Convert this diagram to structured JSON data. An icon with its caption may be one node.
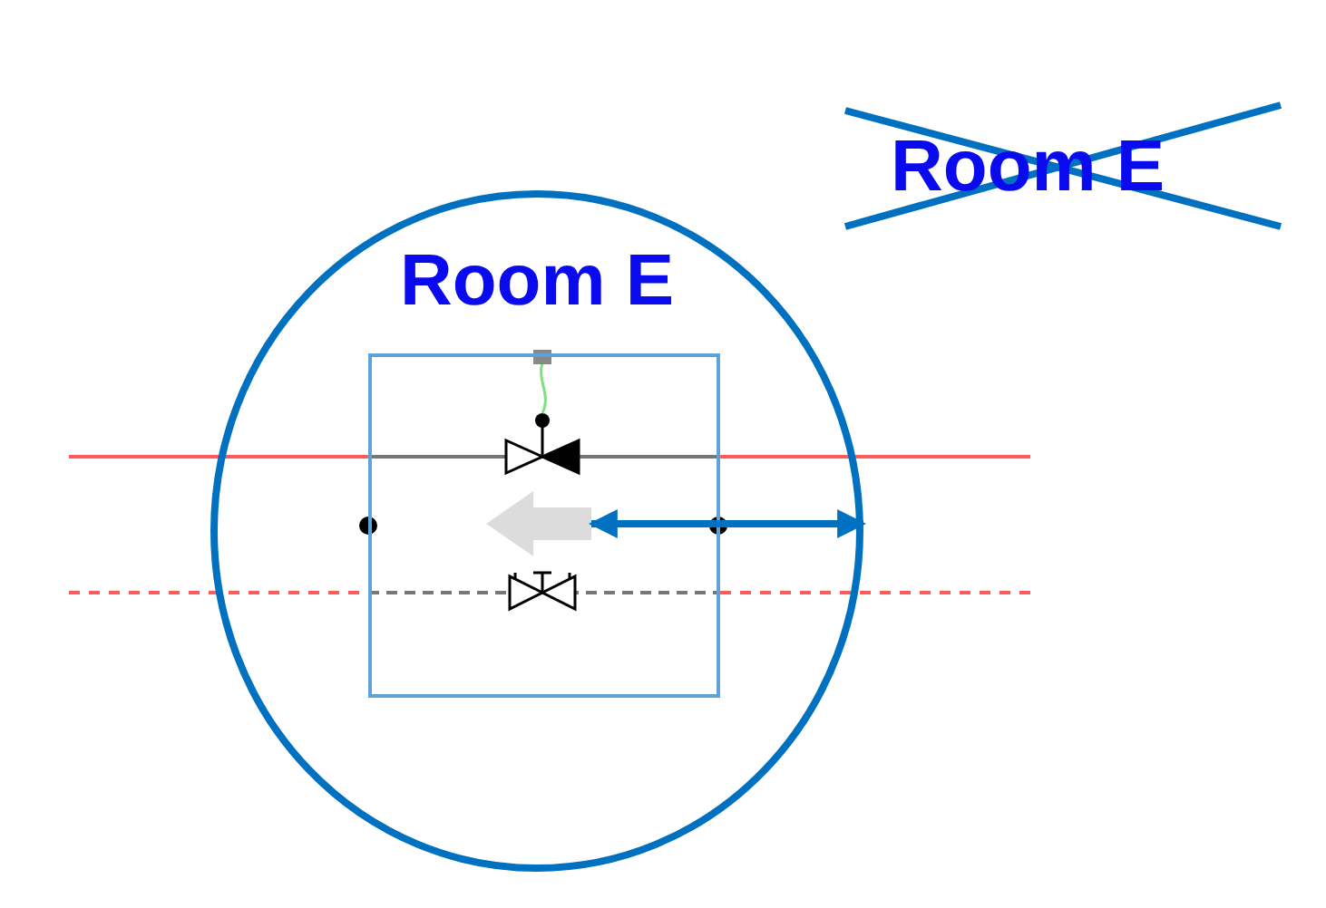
{
  "diagram": {
    "nodes": [
      {
        "text": [
          "Room E"
        ]
      },
      {
        "text": [],
        "shape": "box",
        "in": 0
      },
      {
        "text": [],
        "shape": "arrow",
        "in": 1
      }
    ],
    "edges": [
      {
        "from": 2,
        "to": 0,
        "arrow": "both"
      }
    ],
    "labels": [
      "Room E"
    ]
  }
}
